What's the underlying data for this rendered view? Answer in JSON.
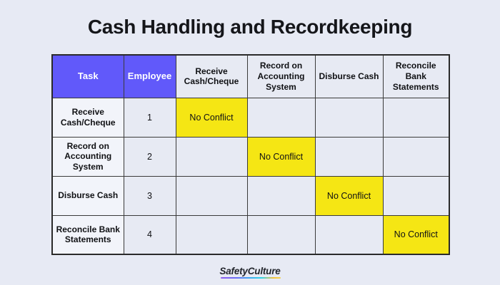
{
  "page": {
    "title": "Cash Handling and Recordkeeping",
    "background_color": "#e7eaf4",
    "accent_color": "#6159fa",
    "highlight_color": "#f5e614"
  },
  "table": {
    "headers": [
      {
        "label": "Task",
        "style": "accent"
      },
      {
        "label": "Employee",
        "style": "accent"
      },
      {
        "label": "Receive Cash/Cheque",
        "style": "plain"
      },
      {
        "label": "Record on Accounting System",
        "style": "plain"
      },
      {
        "label": "Disburse Cash",
        "style": "plain"
      },
      {
        "label": "Reconcile Bank Statements",
        "style": "plain"
      }
    ],
    "rows": [
      {
        "task": "Receive Cash/Cheque",
        "employee": "1",
        "cells": [
          "No Conflict",
          "",
          "",
          ""
        ]
      },
      {
        "task": "Record on Accounting System",
        "employee": "2",
        "cells": [
          "",
          "No Conflict",
          "",
          ""
        ]
      },
      {
        "task": "Disburse Cash",
        "employee": "3",
        "cells": [
          "",
          "",
          "No Conflict",
          ""
        ]
      },
      {
        "task": "Reconcile Bank Statements",
        "employee": "4",
        "cells": [
          "",
          "",
          "",
          "No Conflict"
        ]
      }
    ]
  },
  "footer": {
    "brand": "SafetyCulture"
  }
}
